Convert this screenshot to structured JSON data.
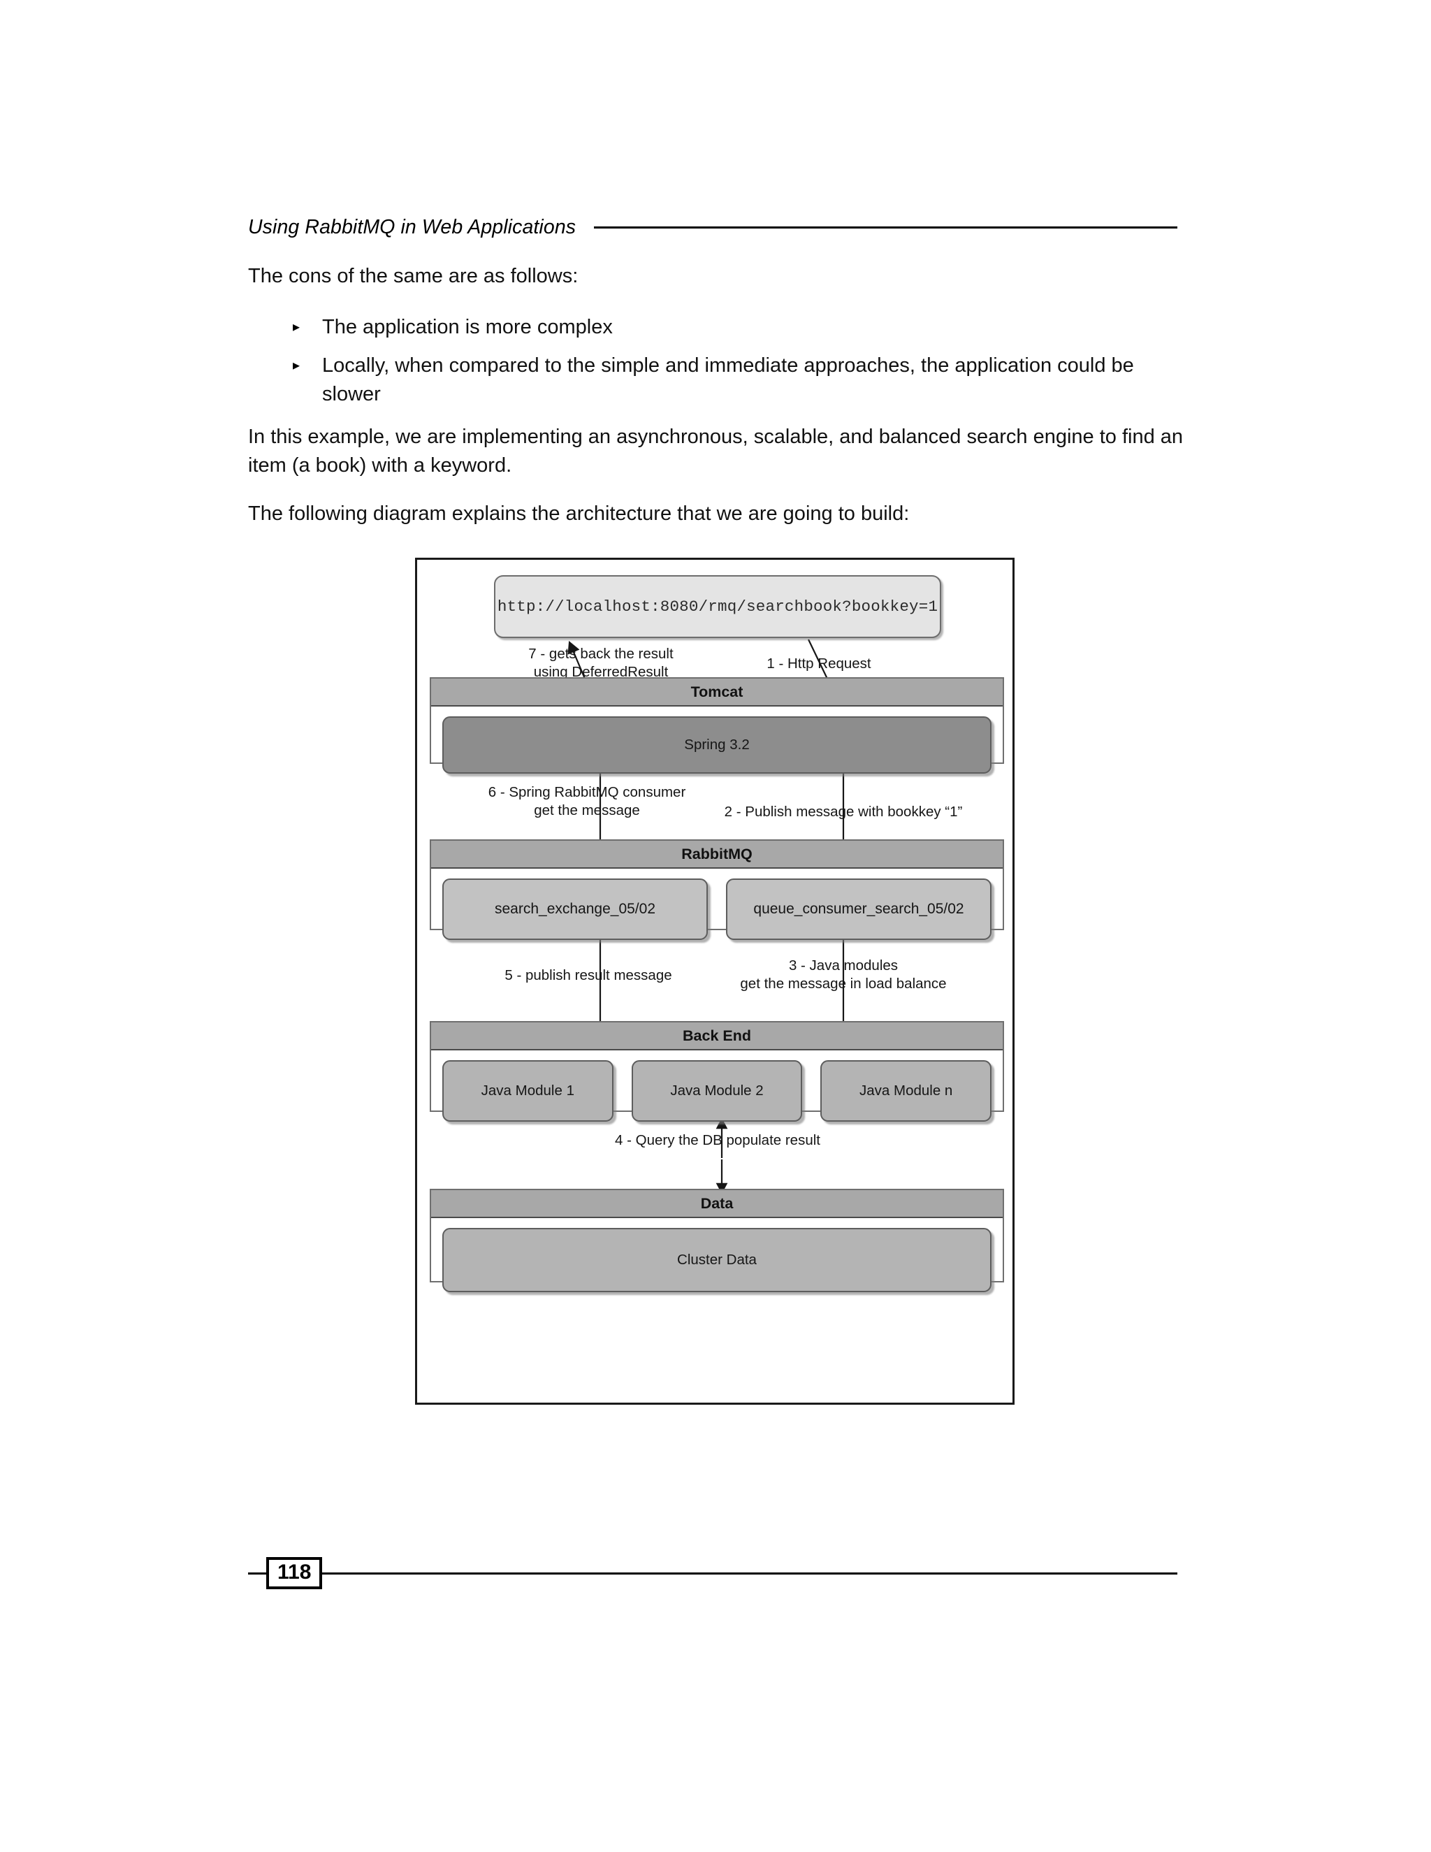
{
  "header": {
    "title": "Using RabbitMQ in Web Applications"
  },
  "body": {
    "intro": "The cons of the same are as follows:",
    "bullets": [
      {
        "marker": "▸",
        "text": "The application is more complex"
      },
      {
        "marker": "▸",
        "text": "Locally, when compared to the simple and immediate approaches, the application could be slower"
      }
    ],
    "paragraph_example": "In this example, we are implementing an asynchronous, scalable, and balanced search engine to find an item (a book) with a keyword.",
    "paragraph_diagram": "The following diagram explains the architecture that we are going to build:"
  },
  "diagram": {
    "url_box": "http://localhost:8080/rmq/searchbook?bookkey=1",
    "sections": {
      "tomcat": {
        "title": "Tomcat",
        "nodes": [
          "Spring 3.2"
        ]
      },
      "rabbitmq": {
        "title": "RabbitMQ",
        "nodes": [
          "search_exchange_05/02",
          "queue_consumer_search_05/02"
        ]
      },
      "backend": {
        "title": "Back End",
        "nodes": [
          "Java Module 1",
          "Java Module 2",
          "Java Module n"
        ]
      },
      "data": {
        "title": "Data",
        "nodes": [
          "Cluster Data"
        ]
      }
    },
    "flow_labels": {
      "step7": "7 - gets back the result\nusing DeferredResult",
      "step1": "1 - Http Request",
      "step6": "6 - Spring RabbitMQ consumer\nget the message",
      "step2": "2 - Publish message with bookkey “1”",
      "step5": "5 - publish result message",
      "step3": "3 - Java modules\nget the message in load balance",
      "step4": "4 - Query the DB populate result"
    }
  },
  "footer": {
    "page_number": "118"
  },
  "colors": {
    "panel_header": "#a8a8a8",
    "node_spring": "#8d8d8d",
    "node_mq": "#c2c2c2",
    "node_module": "#b4b4b4",
    "url_box": "#e4e4e4",
    "frame_border": "#1a1a1a"
  }
}
